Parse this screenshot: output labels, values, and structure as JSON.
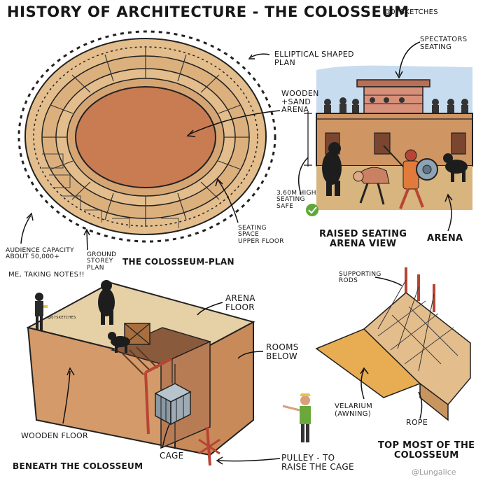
{
  "title": "HISTORY OF ARCHITECTURE - THE COLOSSEUM",
  "handle": "@07SKETCHES",
  "plan": {
    "caption": "THE COLOSSEUM-PLAN",
    "labels": {
      "elliptical": [
        "ELLIPTICAL SHAPED",
        "PLAN"
      ],
      "wooden_sand": [
        "WOODEN",
        "+SAND",
        "ARENA"
      ],
      "seating_upper": [
        "SEATING",
        "SPACE",
        "UPPER FLOOR"
      ],
      "ground_storey": [
        "GROUND",
        "STOREY",
        "PLAN"
      ],
      "audience": [
        "AUDIENCE CAPACITY",
        "ABOUT 50,000+"
      ]
    }
  },
  "arena_view": {
    "caption": [
      "RAISED SEATING",
      "ARENA VIEW"
    ],
    "labels": {
      "spectators": [
        "SPECTATORS",
        "SEATING"
      ],
      "height": [
        "3.60M HIGH",
        "SEATING",
        "SAFE"
      ],
      "arena": "ARENA"
    }
  },
  "beneath": {
    "caption": "BENEATH THE COLOSSEUM",
    "labels": {
      "me": "ME, TAKING NOTES!!",
      "arena_floor": [
        "ARENA",
        "FLOOR"
      ],
      "rooms": [
        "ROOMS",
        "BELOW"
      ],
      "wooden_floor": "WOODEN FLOOR",
      "cage": "CAGE",
      "pulley": [
        "PULLEY - TO",
        "RAISE THE CAGE"
      ],
      "sign": "@07SKETCHES"
    }
  },
  "top": {
    "caption": [
      "TOP MOST OF THE",
      "COLOSSEUM"
    ],
    "labels": {
      "rods": [
        "SUPPORTING",
        "RODS"
      ],
      "velarium": [
        "VELARIUM",
        "(AWNING)"
      ],
      "rope": "ROPE"
    }
  },
  "watermark": "@Lungalice",
  "colors": {
    "stone": "#e3bd8c",
    "stone_dark": "#c9955f",
    "arena_sand": "#c97b52",
    "sky": "#c7dcef",
    "wall": "#cf9562",
    "beneath_top": "#e6d0a5",
    "beneath_side": "#d49a6a",
    "awning": "#e8ad52",
    "rod": "#b84433",
    "check": "#5fa83a"
  }
}
